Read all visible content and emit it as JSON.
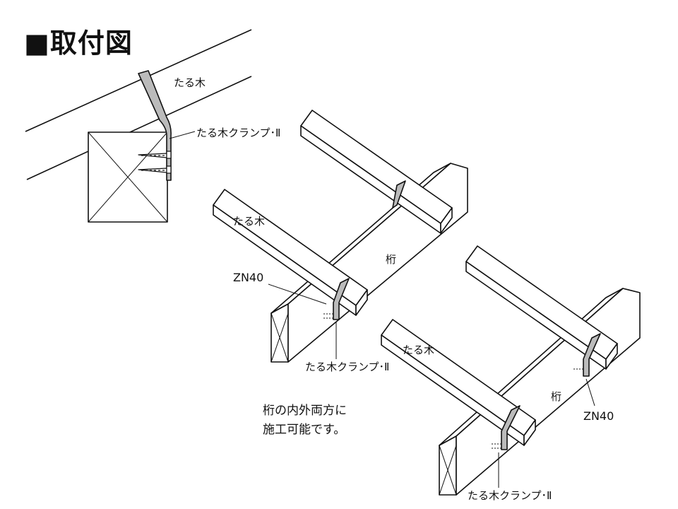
{
  "title": "■取付図",
  "labels": {
    "rafter": "たる木",
    "clamp": "たる木クランプ･Ⅱ",
    "beam": "桁",
    "nail": "ZN40"
  },
  "note": {
    "line1": "桁の内外両方に",
    "line2": "施工可能です。"
  }
}
